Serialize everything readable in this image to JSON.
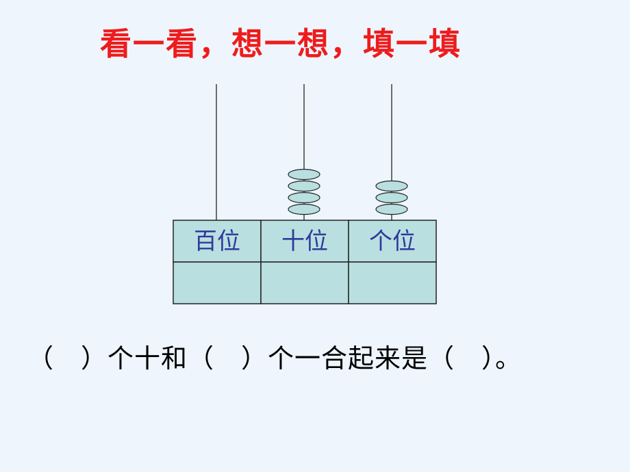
{
  "title": "看一看，想一想，填一填",
  "abacus": {
    "rods": [
      {
        "label": "百位",
        "beads": 0
      },
      {
        "label": "十位",
        "beads": 4
      },
      {
        "label": "个位",
        "beads": 3
      }
    ]
  },
  "question": "（　）个十和（　）个一合起来是（　）。",
  "colors": {
    "title": "#ee1c1c",
    "background": "#eef5fd",
    "table_fill": "#b9dfe0",
    "bead_fill": "#b9dfe0",
    "label_text": "#2f3a9a"
  }
}
